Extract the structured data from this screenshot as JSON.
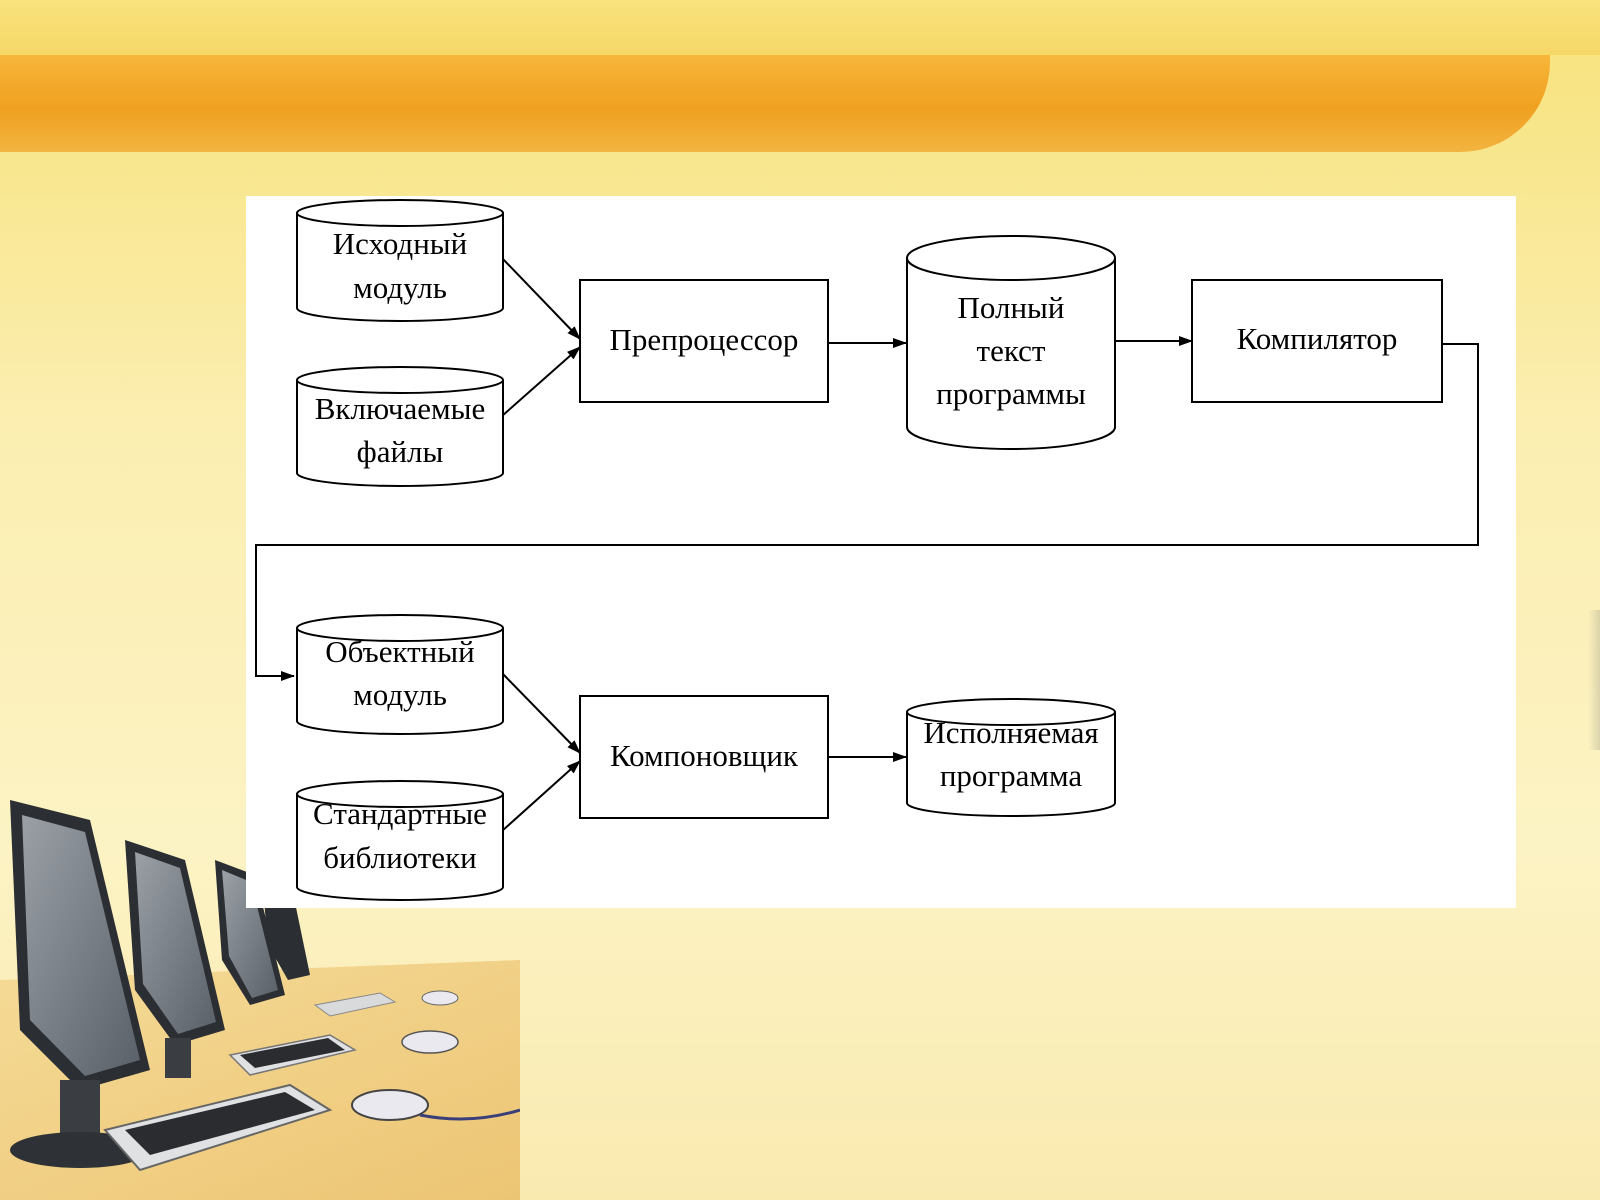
{
  "diagram": {
    "nodes": {
      "source": [
        "Исходный",
        "модуль"
      ],
      "includes": [
        "Включаемые",
        "файлы"
      ],
      "preprocessor": [
        "Препроцессор"
      ],
      "fulltext": [
        "Полный",
        "текст",
        "программы"
      ],
      "compiler": [
        "Компилятор"
      ],
      "object": [
        "Объектный",
        "модуль"
      ],
      "stdlib": [
        "Стандартные",
        "библиотеки"
      ],
      "linker": [
        "Компоновщик"
      ],
      "executable": [
        "Исполняемая",
        "программа"
      ]
    },
    "edges": [
      [
        "source",
        "preprocessor"
      ],
      [
        "includes",
        "preprocessor"
      ],
      [
        "preprocessor",
        "fulltext"
      ],
      [
        "fulltext",
        "compiler"
      ],
      [
        "compiler",
        "object"
      ],
      [
        "object",
        "linker"
      ],
      [
        "stdlib",
        "linker"
      ],
      [
        "linker",
        "executable"
      ]
    ]
  }
}
